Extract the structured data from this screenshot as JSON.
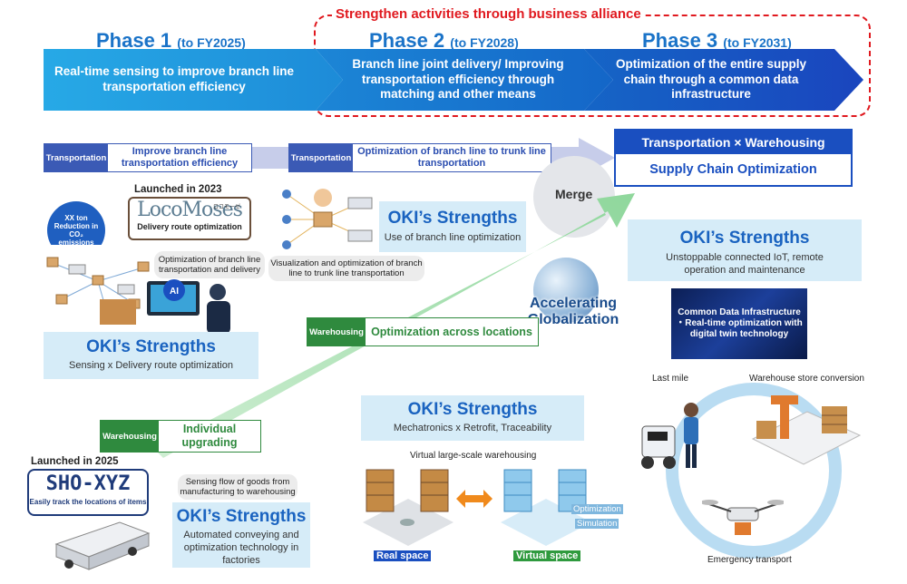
{
  "alliance_label": "Strengthen activities through business alliance",
  "phases": [
    {
      "title": "Phase 1",
      "period": "(to FY2025)",
      "desc": "Real-time sensing to improve branch line transportation efficiency"
    },
    {
      "title": "Phase 2",
      "period": "(to FY2028)",
      "desc": "Branch line joint delivery/ Improving transportation efficiency through matching and other means"
    },
    {
      "title": "Phase 3",
      "period": "(to FY2031)",
      "desc": "Optimization of the entire supply chain through a common data infrastructure"
    }
  ],
  "transport_boxes": [
    {
      "tag": "Transportation",
      "text": "Improve branch line transportation efficiency"
    },
    {
      "tag": "Transportation",
      "text": "Optimization of branch line to trunk line transportation"
    }
  ],
  "target": {
    "top": "Transportation × Warehousing",
    "bottom": "Supply Chain Optimization"
  },
  "merge_label": "Merge",
  "launched_2023": "Launched in 2023",
  "logo_locomoses": {
    "name": "LocoMoses",
    "caption": "Delivery route optimization",
    "kana": "ロコモーゼ"
  },
  "co2_circle": "XX ton Reduction in CO₂ emissions",
  "ai_label": "AI",
  "bubble_branch": "Optimization of branch line transportation and delivery",
  "bubble_trunk": "Visualization and optimization of branch line to trunk line transportation",
  "strengths": [
    {
      "title": "OKI’s Strengths",
      "desc": "Sensing x Delivery route optimization"
    },
    {
      "title": "OKI’s Strengths",
      "desc": "Use of branch line optimization"
    },
    {
      "title": "OKI’s Strengths",
      "desc": "Unstoppable connected IoT, remote operation and maintenance"
    },
    {
      "title": "OKI’s Strengths",
      "desc": "Mechatronics x Retrofit, Traceability"
    },
    {
      "title": "OKI’s Strengths",
      "desc": "Automated conveying and optimization technology in factories"
    }
  ],
  "globe_label": "Accelerating Globalization",
  "warehousing_boxes": [
    {
      "tag": "Warehousing",
      "text": "Optimization across locations"
    },
    {
      "tag": "Warehousing",
      "text": "Individual upgrading"
    }
  ],
  "data_infra": "Common Data Infrastructure ・Real-time optimization with digital twin technology",
  "cycle_labels": {
    "last_mile": "Last mile",
    "warehouse": "Warehouse store conversion",
    "emergency": "Emergency transport"
  },
  "virtual_warehousing": "Virtual large-scale warehousing",
  "real_space": "Real space",
  "virtual_space": "Virtual space",
  "optimization": "Optimization",
  "simulation": "Simulation",
  "launched_2025": "Launched in 2025",
  "logo_sho": {
    "name": "SHO-XYZ",
    "caption": "Easily track the locations of items"
  },
  "sensing_flow": "Sensing flow of goods from manufacturing to warehousing"
}
